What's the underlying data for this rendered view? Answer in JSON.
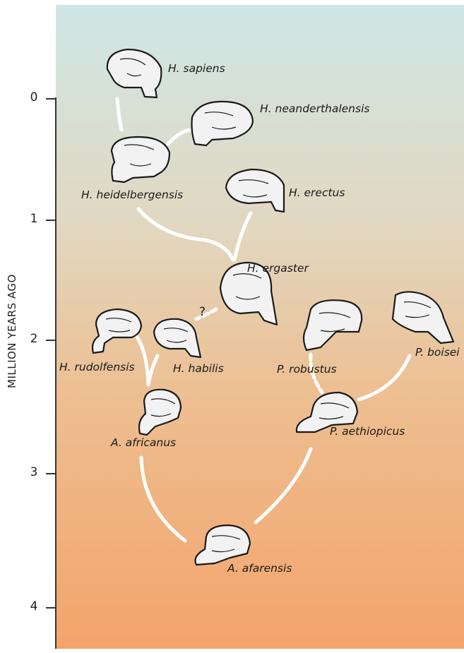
{
  "axis": {
    "title": "MILLION YEARS AGO",
    "ticks": [
      "0",
      "1",
      "2",
      "3",
      "4"
    ]
  },
  "species": {
    "h_sapiens": "H. sapiens",
    "h_neanderthalensis": "H. neanderthalensis",
    "h_heidelbergensis": "H. heidelbergensis",
    "h_erectus": "H. erectus",
    "h_ergaster": "H. ergaster",
    "h_rudolfensis": "H. rudolfensis",
    "h_habilis": "H. habilis",
    "p_robustus": "P. robustus",
    "p_boisei": "P. boisei",
    "a_africanus": "A. africanus",
    "p_aethiopicus": "P. aethiopicus",
    "a_afarensis": "A. afarensis"
  },
  "uncertain_link_mark": "?",
  "colors": {
    "sky_top": "#cfe7e6",
    "mid": "#e4cfb0",
    "bottom": "#f3a56c",
    "lineage_line": "#ffffff",
    "skull_fill": "#f2f2f2",
    "skull_stroke": "#1a1a1a"
  }
}
